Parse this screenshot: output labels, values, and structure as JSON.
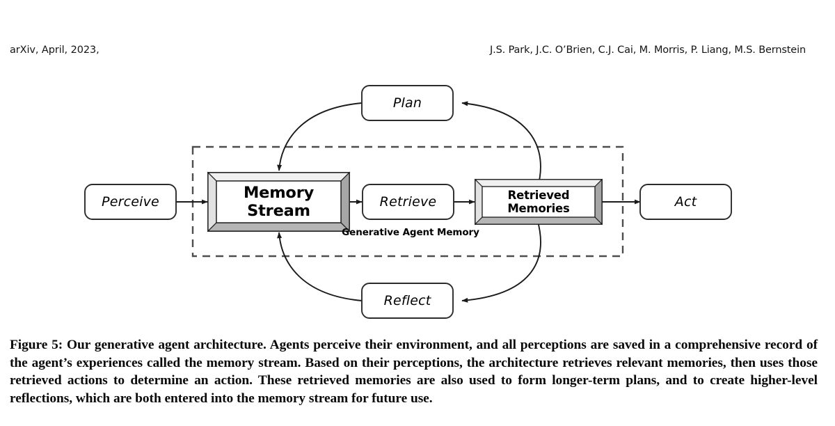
{
  "header": {
    "venue": "arXiv, April, 2023,",
    "authors": "J.S. Park, J.C. O’Brien, C.J. Cai, M. Morris, P. Liang, M.S. Bernstein"
  },
  "figure": {
    "region_label": "Generative Agent Memory",
    "nodes": {
      "perceive": "Perceive",
      "memory_stream": "Memory Stream",
      "retrieve": "Retrieve",
      "retrieved_memories": "Retrieved Memories",
      "act": "Act",
      "plan": "Plan",
      "reflect": "Reflect"
    },
    "colors": {
      "stroke": "#1a1a1a",
      "bevel_light": "#f2f2f2",
      "bevel_mid": "#c9c9c9",
      "bevel_dark": "#8a8a8a",
      "fill": "#ffffff",
      "dashed_border": "#4d4d4d"
    }
  },
  "caption": {
    "text": "Figure 5: Our generative agent architecture. Agents perceive their environment, and all perceptions are saved in a comprehensive record of the agent’s experiences called the memory stream. Based on their perceptions, the architecture retrieves relevant memories, then uses those retrieved actions to determine an action. These retrieved memories are also used to form longer-term plans, and to create higher-level reflections, which are both entered into the memory stream for future use."
  }
}
